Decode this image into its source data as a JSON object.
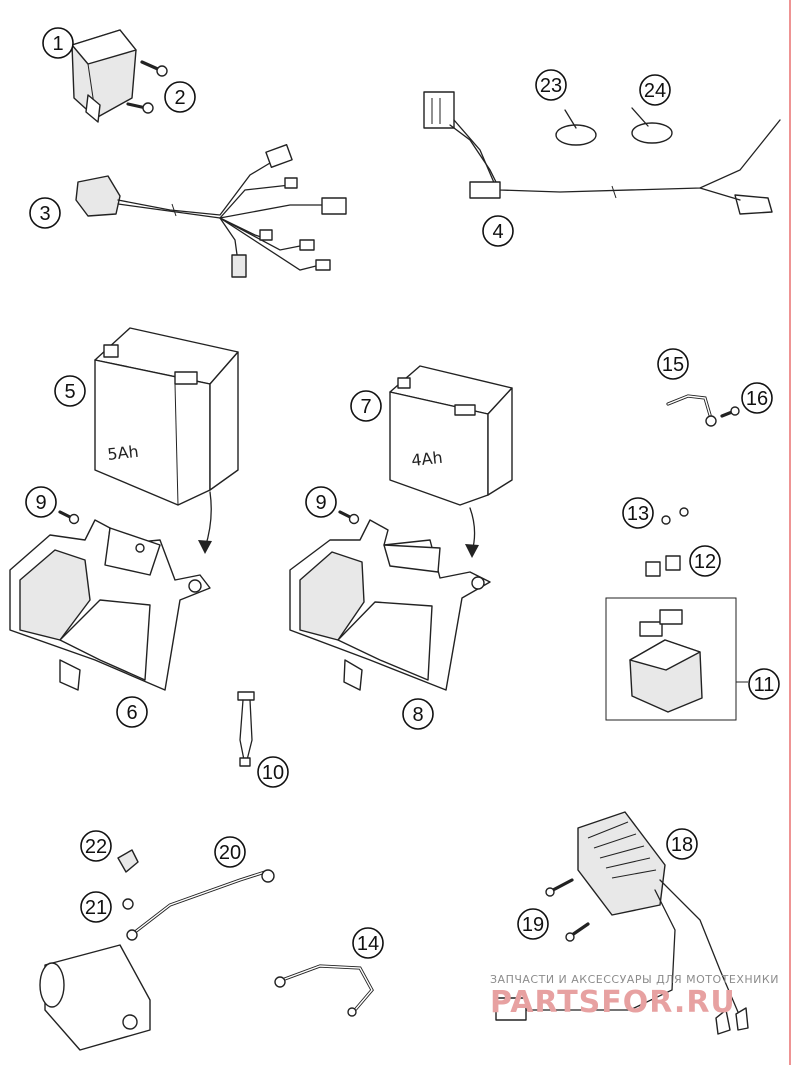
{
  "callouts": [
    "1",
    "2",
    "3",
    "4",
    "5",
    "6",
    "7",
    "8",
    "9",
    "9",
    "10",
    "11",
    "12",
    "13",
    "14",
    "15",
    "16",
    "18",
    "19",
    "20",
    "21",
    "22",
    "23",
    "24"
  ],
  "battery_5": {
    "capacity": "5Ah"
  },
  "battery_7": {
    "capacity": "4Ah"
  },
  "watermark": {
    "tagline": "ЗАПЧАСТИ И АКСЕССУАРЫ ДЛЯ МОТОТЕХНИКИ",
    "brand": "PARTSFOR.RU"
  },
  "colors": {
    "line": "#222222",
    "border_right": "#e24c4c",
    "watermark_brand": "#e7a1a1",
    "watermark_tagline": "#8c8c8c"
  }
}
